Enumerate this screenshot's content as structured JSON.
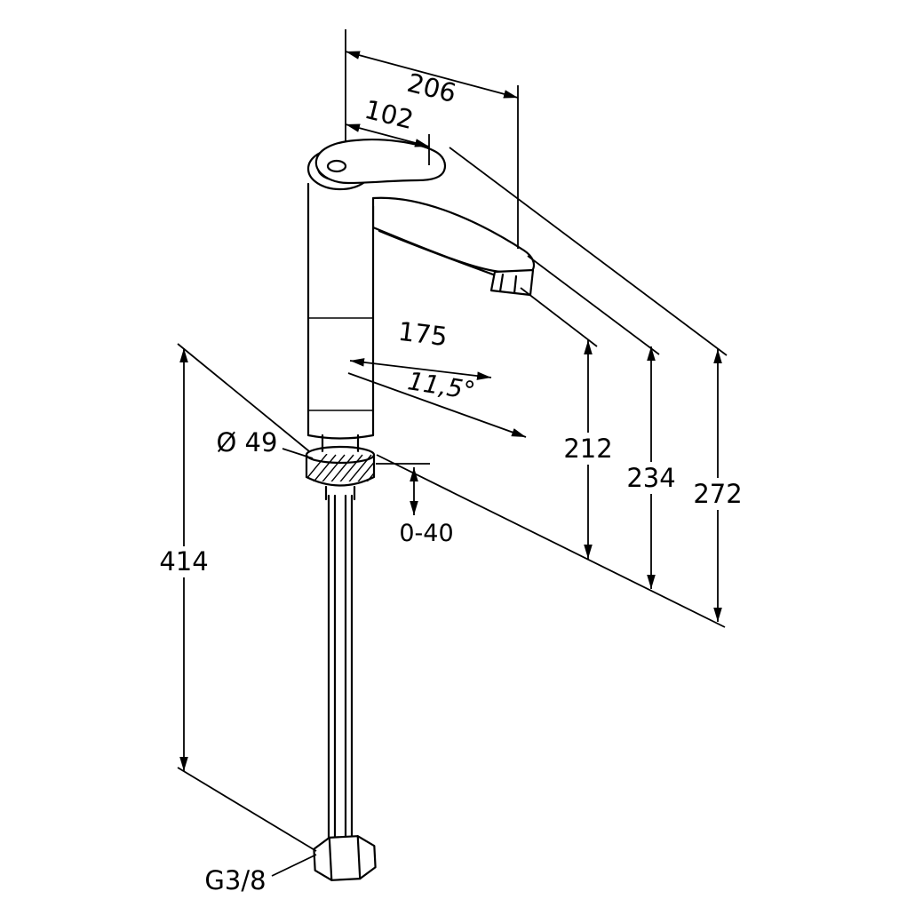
{
  "description": "Technical dimension line drawing of a tall single-lever basin mixer faucet with flexible connection hoses",
  "style": {
    "line_color": "#000000",
    "background": "#ffffff"
  },
  "labels": {
    "d206": "206",
    "d102": "102",
    "d175": "175",
    "angle": "11,5°",
    "d212": "212",
    "d234": "234",
    "d272": "272",
    "d414": "414",
    "d0_40": "0-40",
    "dia49": "Ø 49",
    "g38": "G3/8"
  }
}
